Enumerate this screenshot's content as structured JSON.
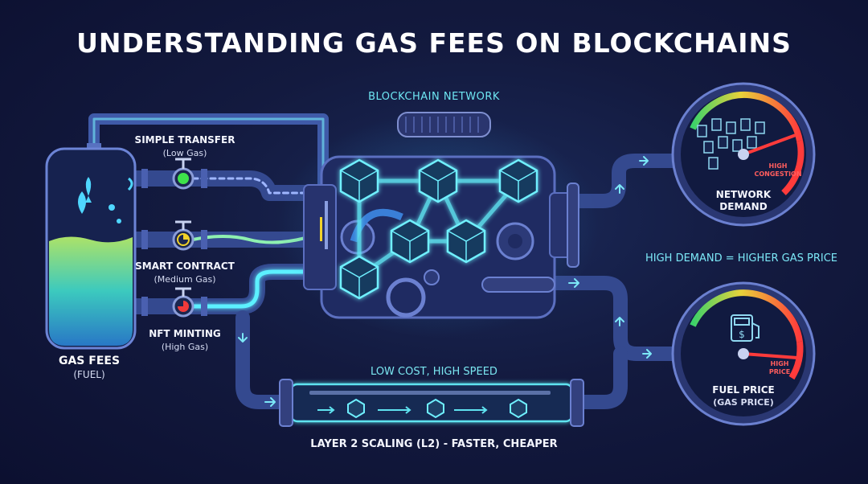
{
  "title": "UNDERSTANDING GAS FEES ON BLOCKCHAINS",
  "network_label": "BLOCKCHAIN NETWORK",
  "fuel_tank": {
    "label": "GAS FEES",
    "sublabel": "(FUEL)"
  },
  "transactions": [
    {
      "label": "SIMPLE TRANSFER",
      "sublabel": "(Low Gas)",
      "valve_color": "#3ee24a",
      "gas_level": "low"
    },
    {
      "label": "SMART CONTRACT",
      "sublabel": "(Medium Gas)",
      "valve_color": "#f2d32a",
      "gas_level": "medium"
    },
    {
      "label": "NFT MINTING",
      "sublabel": "(High Gas)",
      "valve_color": "#f03a3a",
      "gas_level": "high"
    }
  ],
  "demand_gauge": {
    "label": "NETWORK",
    "label2": "DEMAND",
    "mark": "HIGH",
    "mark2": "CONGESTION"
  },
  "price_gauge": {
    "label": "FUEL PRICE",
    "sublabel": "(GAS PRICE)",
    "mark": "HIGH",
    "mark2": "PRICE"
  },
  "relation_text": "HIGH DEMAND = HIGHER GAS PRICE",
  "layer2": {
    "tagline": "LOW COST, HIGH SPEED",
    "label": "LAYER 2 SCALING (L2) - FASTER, CHEAPER"
  },
  "colors": {
    "accent": "#5fe3f0",
    "pipe": "#2c3e82",
    "glow": "#42f0ff",
    "warning": "#ff4a4a"
  }
}
